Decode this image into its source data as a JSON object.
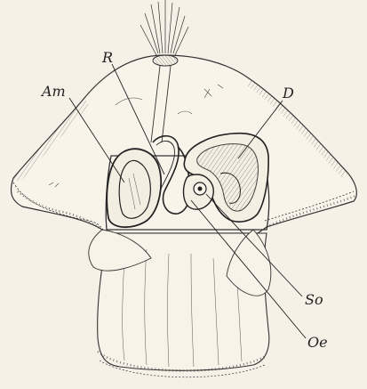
{
  "labels": {
    "r": "R",
    "am": "Am",
    "d": "D",
    "so": "So",
    "oe": "Oe"
  }
}
